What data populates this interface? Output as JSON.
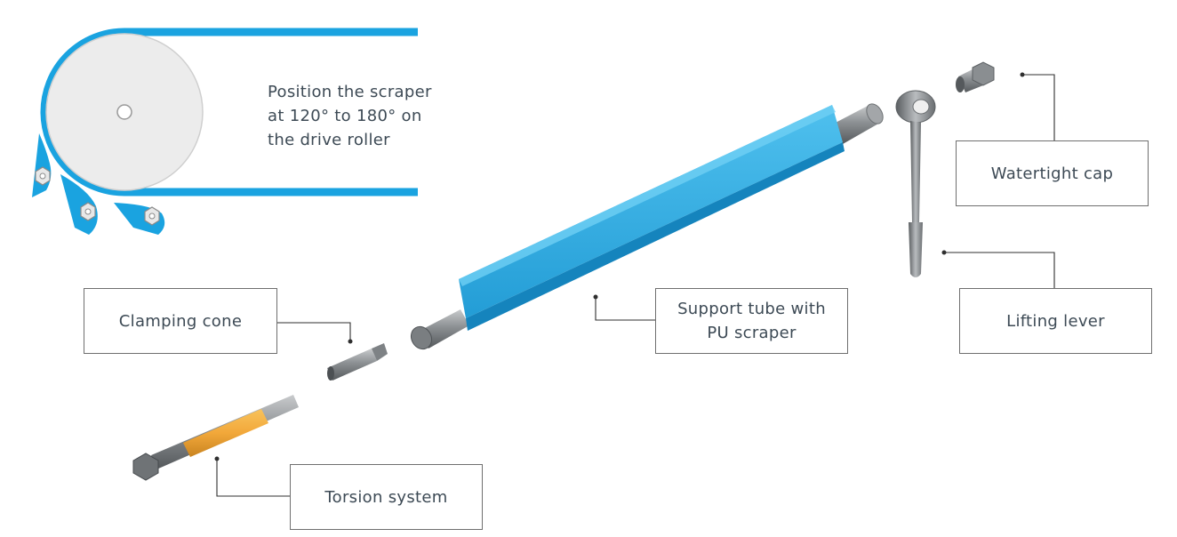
{
  "instruction": {
    "lines": [
      "Position the scraper",
      "at 120° to 180° on",
      "the drive roller"
    ]
  },
  "labels": {
    "watertight_cap": "Watertight cap",
    "lifting_lever": "Lifting lever",
    "clamping_cone": "Clamping cone",
    "support_tube": [
      "Support tube with",
      "PU scraper"
    ],
    "torsion_system": "Torsion system"
  },
  "colors": {
    "belt_blue": "#1aa3e0",
    "scraper_blue": "#2ea6dc",
    "steel_grey": "#8e9194",
    "torsion_orange": "#f2a83a",
    "roller_fill": "#ececec"
  },
  "icons": [
    "drive-roller-icon",
    "scraper-blade-icon",
    "hex-nut-icon"
  ]
}
